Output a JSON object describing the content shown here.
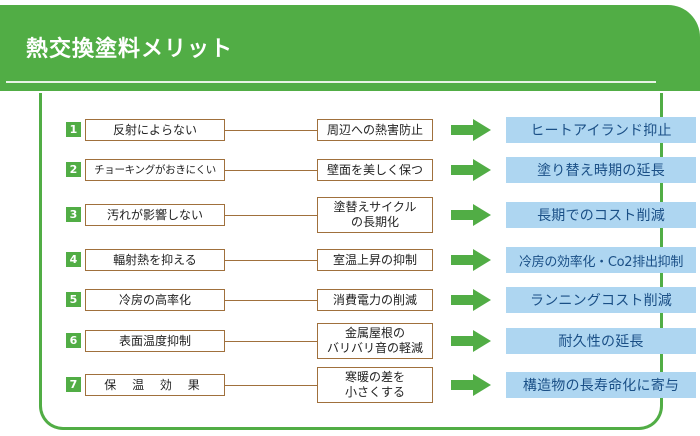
{
  "title": "熱交換塗料メリット",
  "colors": {
    "green": "#51ad45",
    "result_bg": "#aed6f1",
    "result_text": "#1a4f86",
    "box_border": "#a0703c"
  },
  "rows": [
    {
      "num": "1",
      "cause": "反射によらない",
      "effect": "周辺への熱害防止",
      "result": "ヒートアイランド抑止"
    },
    {
      "num": "2",
      "cause": "チョーキングがおきにくい",
      "effect": "壁面を美しく保つ",
      "result": "塗り替え時期の延長"
    },
    {
      "num": "3",
      "cause": "汚れが影響しない",
      "effect": "塗替えサイクル\nの長期化",
      "result": "長期でのコスト削減"
    },
    {
      "num": "4",
      "cause": "輻射熱を抑える",
      "effect": "室温上昇の抑制",
      "result": "冷房の効率化・Co2排出抑制"
    },
    {
      "num": "5",
      "cause": "冷房の高率化",
      "effect": "消費電力の削減",
      "result": "ランニングコスト削減"
    },
    {
      "num": "6",
      "cause": "表面温度抑制",
      "effect": "金属屋根の\nバリバリ音の軽減",
      "result": "耐久性の延長"
    },
    {
      "num": "7",
      "cause": "保 温 効 果",
      "effect": "寒暖の差を\n小さくする",
      "result": "構造物の長寿命化に寄与"
    }
  ]
}
